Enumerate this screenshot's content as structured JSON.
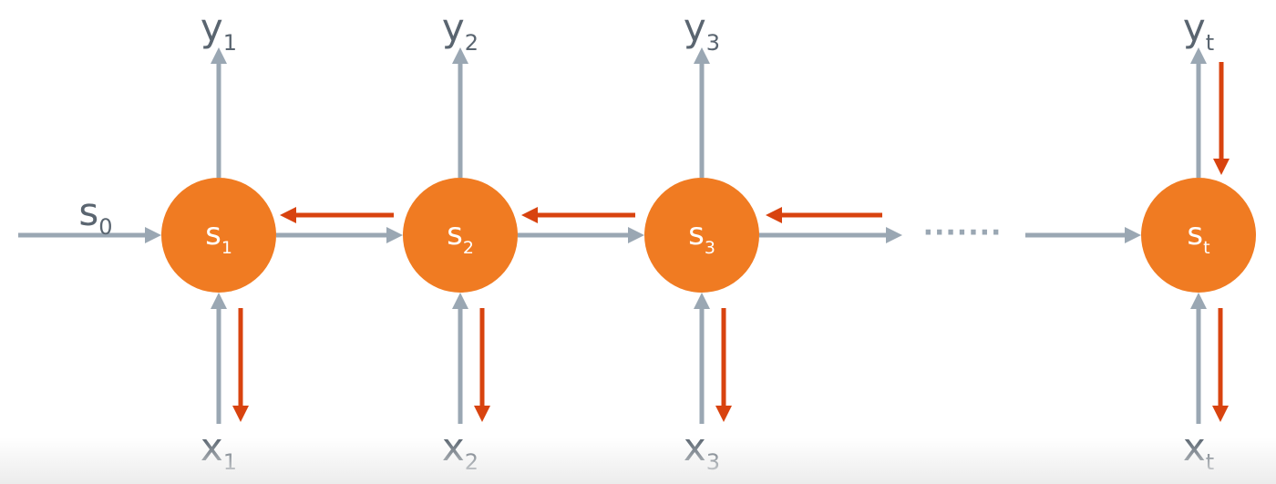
{
  "nodes": [
    {
      "id": "s1",
      "base": "s",
      "sub": "1"
    },
    {
      "id": "s2",
      "base": "s",
      "sub": "2"
    },
    {
      "id": "s3",
      "base": "s",
      "sub": "3"
    },
    {
      "id": "st",
      "base": "s",
      "sub": "t"
    }
  ],
  "outputs": [
    {
      "base": "y",
      "sub": "1"
    },
    {
      "base": "y",
      "sub": "2"
    },
    {
      "base": "y",
      "sub": "3"
    },
    {
      "base": "y",
      "sub": "t"
    }
  ],
  "inputs": [
    {
      "base": "x",
      "sub": "1"
    },
    {
      "base": "x",
      "sub": "2"
    },
    {
      "base": "x",
      "sub": "3"
    },
    {
      "base": "x",
      "sub": "t"
    }
  ],
  "initial_state": {
    "base": "s",
    "sub": "0"
  },
  "ellipsis": "·······",
  "colors": {
    "node_fill": "#f07b22",
    "forward_arrow": "#9aa7b3",
    "backward_arrow": "#d8430f",
    "label_text": "#5a6570",
    "node_text": "#ffffff"
  }
}
